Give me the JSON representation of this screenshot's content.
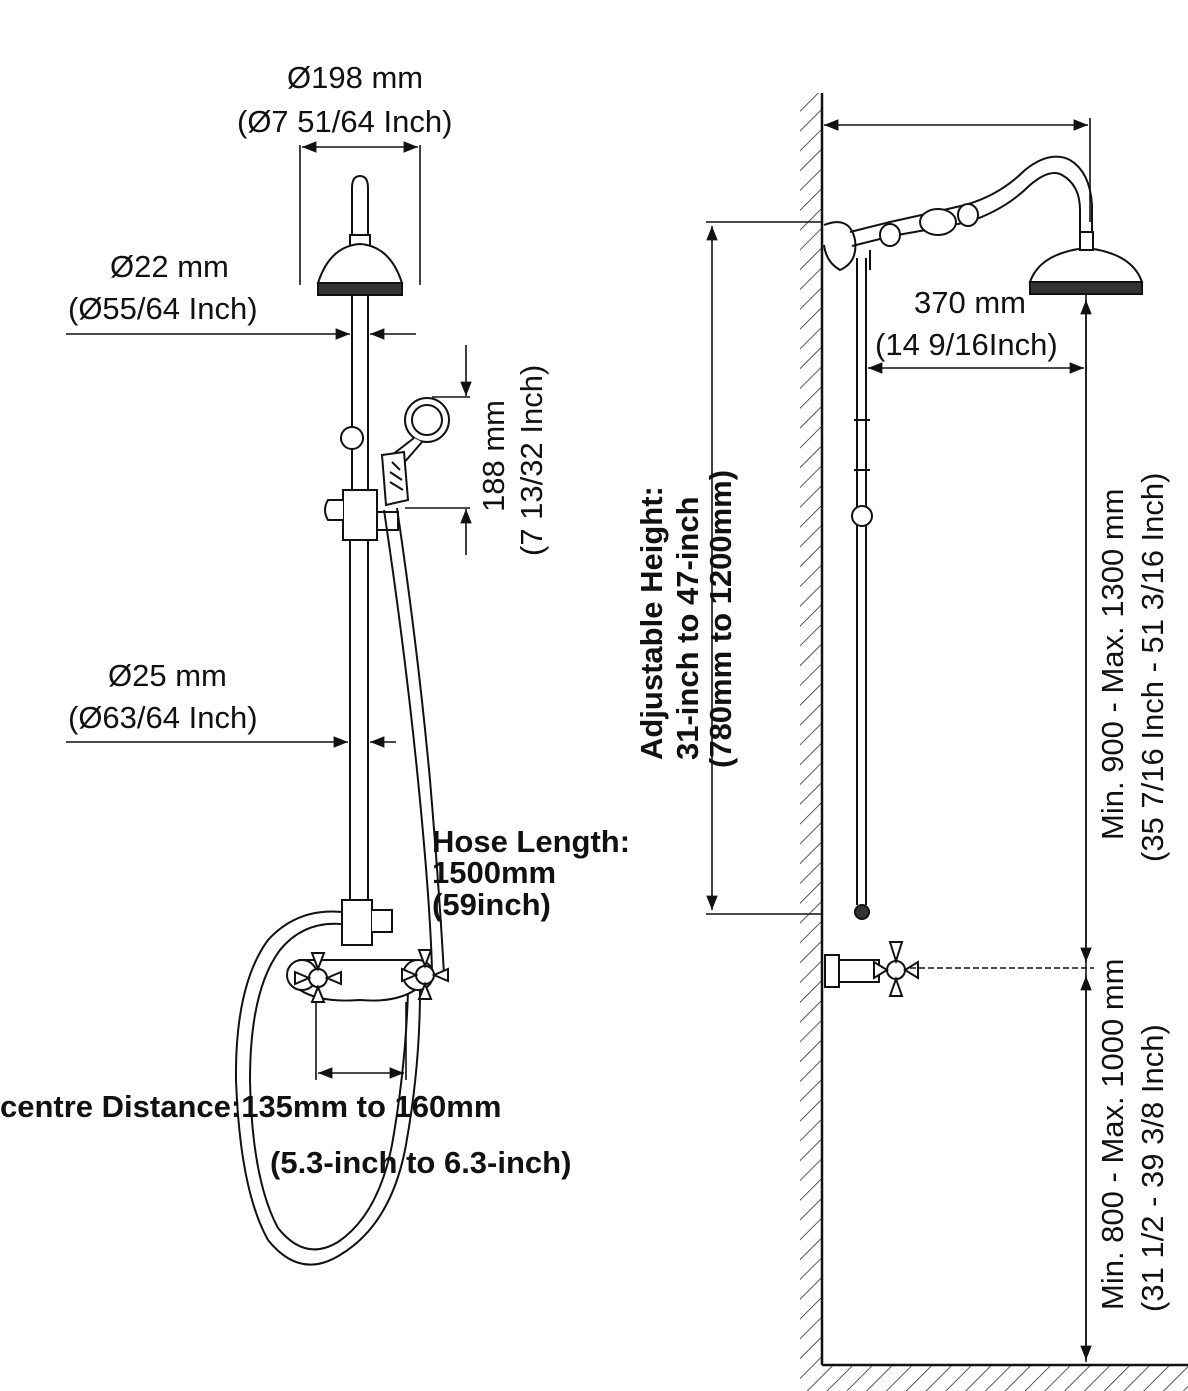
{
  "colors": {
    "line": "#111111",
    "background": "#ffffff"
  },
  "front_view": {
    "head_diameter": {
      "mm": "Ø198 mm",
      "inch": "(Ø7 51/64 Inch)"
    },
    "pipe_top_diameter": {
      "mm": "Ø22 mm",
      "inch": "(Ø55/64 Inch)"
    },
    "handheld_length": {
      "mm": "188 mm",
      "inch": "(7 13/32 Inch)"
    },
    "pipe_bottom_diameter": {
      "mm": "Ø25 mm",
      "inch": "(Ø63/64 Inch)"
    },
    "hose": {
      "title": "Hose Length:",
      "mm": "1500mm",
      "inch": "(59inch)"
    },
    "centre_distance": {
      "mm": "centre Distance:135mm to 160mm",
      "inch": "(5.3-inch to 6.3-inch)"
    }
  },
  "side_view": {
    "arm_reach": {
      "mm": "370 mm",
      "inch": "(14 9/16Inch)"
    },
    "adjustable_height": {
      "title": "Adjustable Height:",
      "inch": "31-inch to 47-inch",
      "mm": "(780mm to 1200mm)"
    },
    "head_height": {
      "mm": "Min. 900 - Max. 1300 mm",
      "inch": "(35 7/16 Inch - 51 3/16 Inch)"
    },
    "valve_height": {
      "mm": "Min. 800 - Max. 1000 mm",
      "inch": "(31 1/2 - 39 3/8 Inch)"
    }
  }
}
